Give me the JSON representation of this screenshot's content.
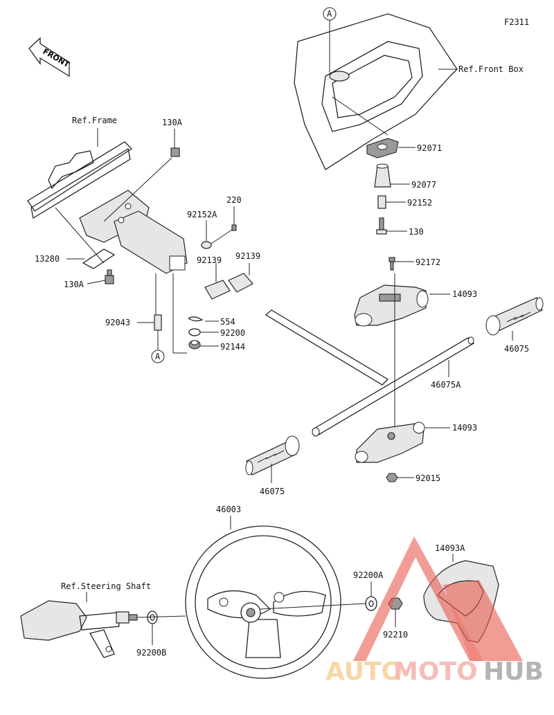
{
  "figure_code": "F2311",
  "front_label": "FRONT",
  "refs": {
    "front_box": "Ref.Front Box",
    "frame": "Ref.Frame",
    "steering_shaft": "Ref.Steering Shaft"
  },
  "callout_a": "A",
  "parts": {
    "p92071": "92071",
    "p92077": "92077",
    "p92152": "92152",
    "p130": "130",
    "p92172": "92172",
    "p14093_top": "14093",
    "p46075_right": "46075",
    "p46075A": "46075A",
    "p14093_bottom": "14093",
    "p92015": "92015",
    "p46075_left": "46075",
    "p130A_top": "130A",
    "p13280": "13280",
    "p130A_bottom": "130A",
    "p220": "220",
    "p92152A": "92152A",
    "p92139_a": "92139",
    "p92139_b": "92139",
    "p92043": "92043",
    "p554": "554",
    "p92200": "92200",
    "p92144": "92144",
    "p46003": "46003",
    "p92200A": "92200A",
    "p92210": "92210",
    "p14093A": "14093A",
    "p92200B": "92200B"
  },
  "watermark": {
    "part1": "AUTO",
    "part2": "MOTO",
    "part3": "HUB",
    "color1": "#f5c98a",
    "color2": "#f3a8a0",
    "color3": "#9b9b9b",
    "triangle_color": "#e85a50"
  }
}
